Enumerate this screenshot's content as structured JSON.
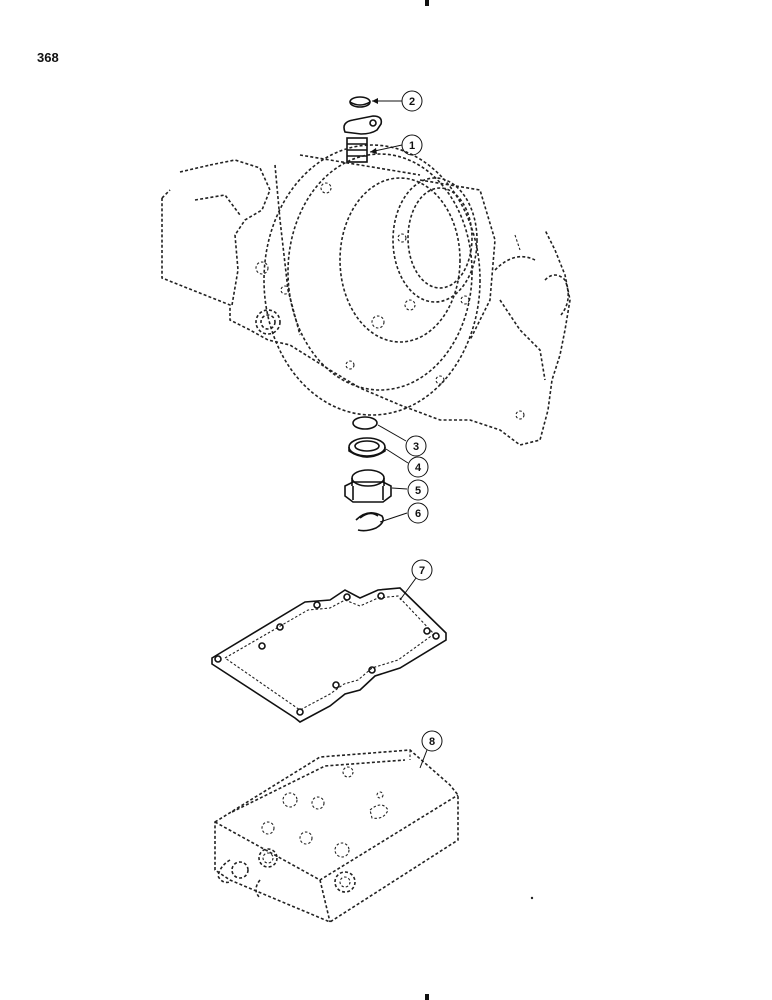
{
  "page": {
    "number": "368"
  },
  "callouts": [
    {
      "id": "callout-1",
      "label": "1"
    },
    {
      "id": "callout-2",
      "label": "2"
    },
    {
      "id": "callout-3",
      "label": "3"
    },
    {
      "id": "callout-4",
      "label": "4"
    },
    {
      "id": "callout-5",
      "label": "5"
    },
    {
      "id": "callout-6",
      "label": "6"
    },
    {
      "id": "callout-7",
      "label": "7"
    },
    {
      "id": "callout-8",
      "label": "8"
    }
  ]
}
